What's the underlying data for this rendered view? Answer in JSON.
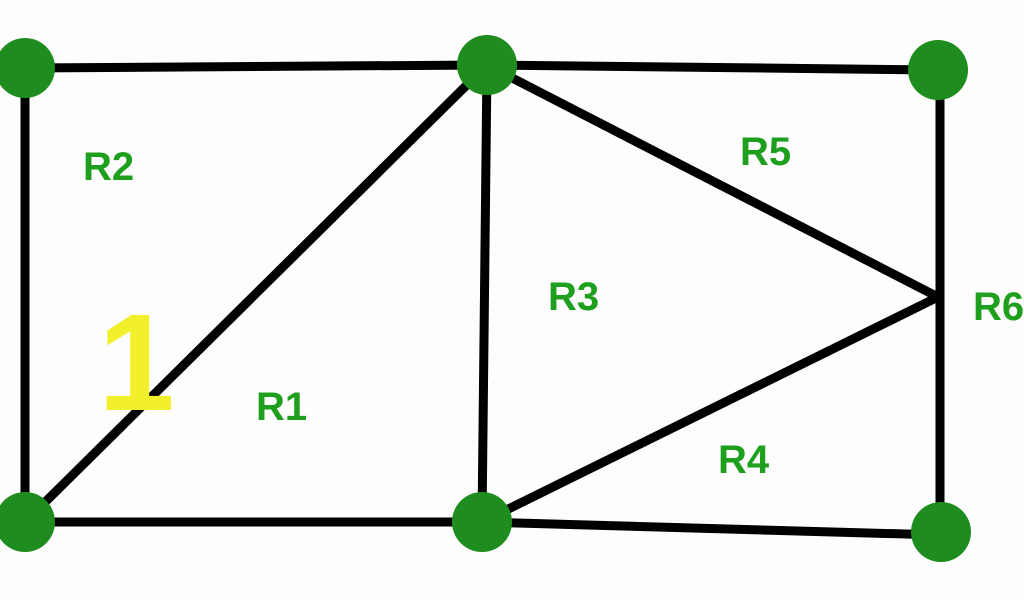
{
  "colors": {
    "edge": "#000000",
    "node": "#1e8c1e",
    "region_label": "#1ea01e",
    "highlight": "#f2f02a",
    "background": "#fdfdfd"
  },
  "regions": [
    "R1",
    "R2",
    "R3",
    "R4",
    "R5",
    "R6"
  ],
  "annotation": "1"
}
